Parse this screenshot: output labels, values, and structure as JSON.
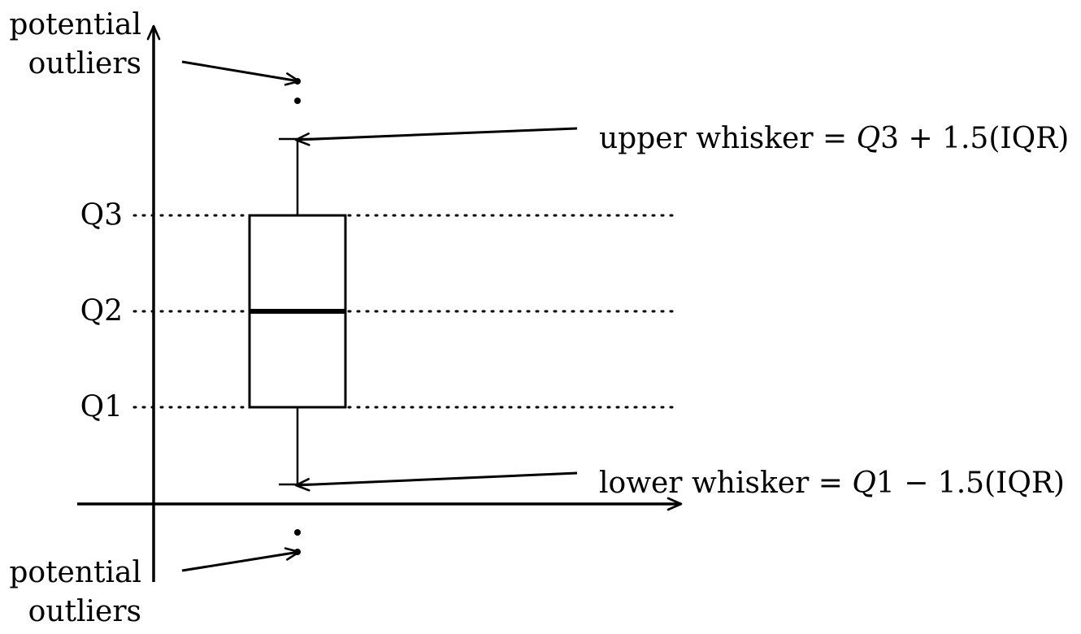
{
  "diagram": {
    "quartiles": {
      "q3": "Q3",
      "q2": "Q2",
      "q1": "Q1"
    },
    "outliers_top": {
      "line1": "potential",
      "line2": "outliers"
    },
    "outliers_bottom": {
      "line1": "potential",
      "line2": "outliers"
    },
    "upper_whisker": {
      "prefix": "upper whisker = ",
      "var": "Q",
      "rest": "3 + 1.5(IQR)"
    },
    "lower_whisker": {
      "prefix": "lower whisker = ",
      "var": "Q",
      "rest": "1 − 1.5(IQR)"
    }
  }
}
